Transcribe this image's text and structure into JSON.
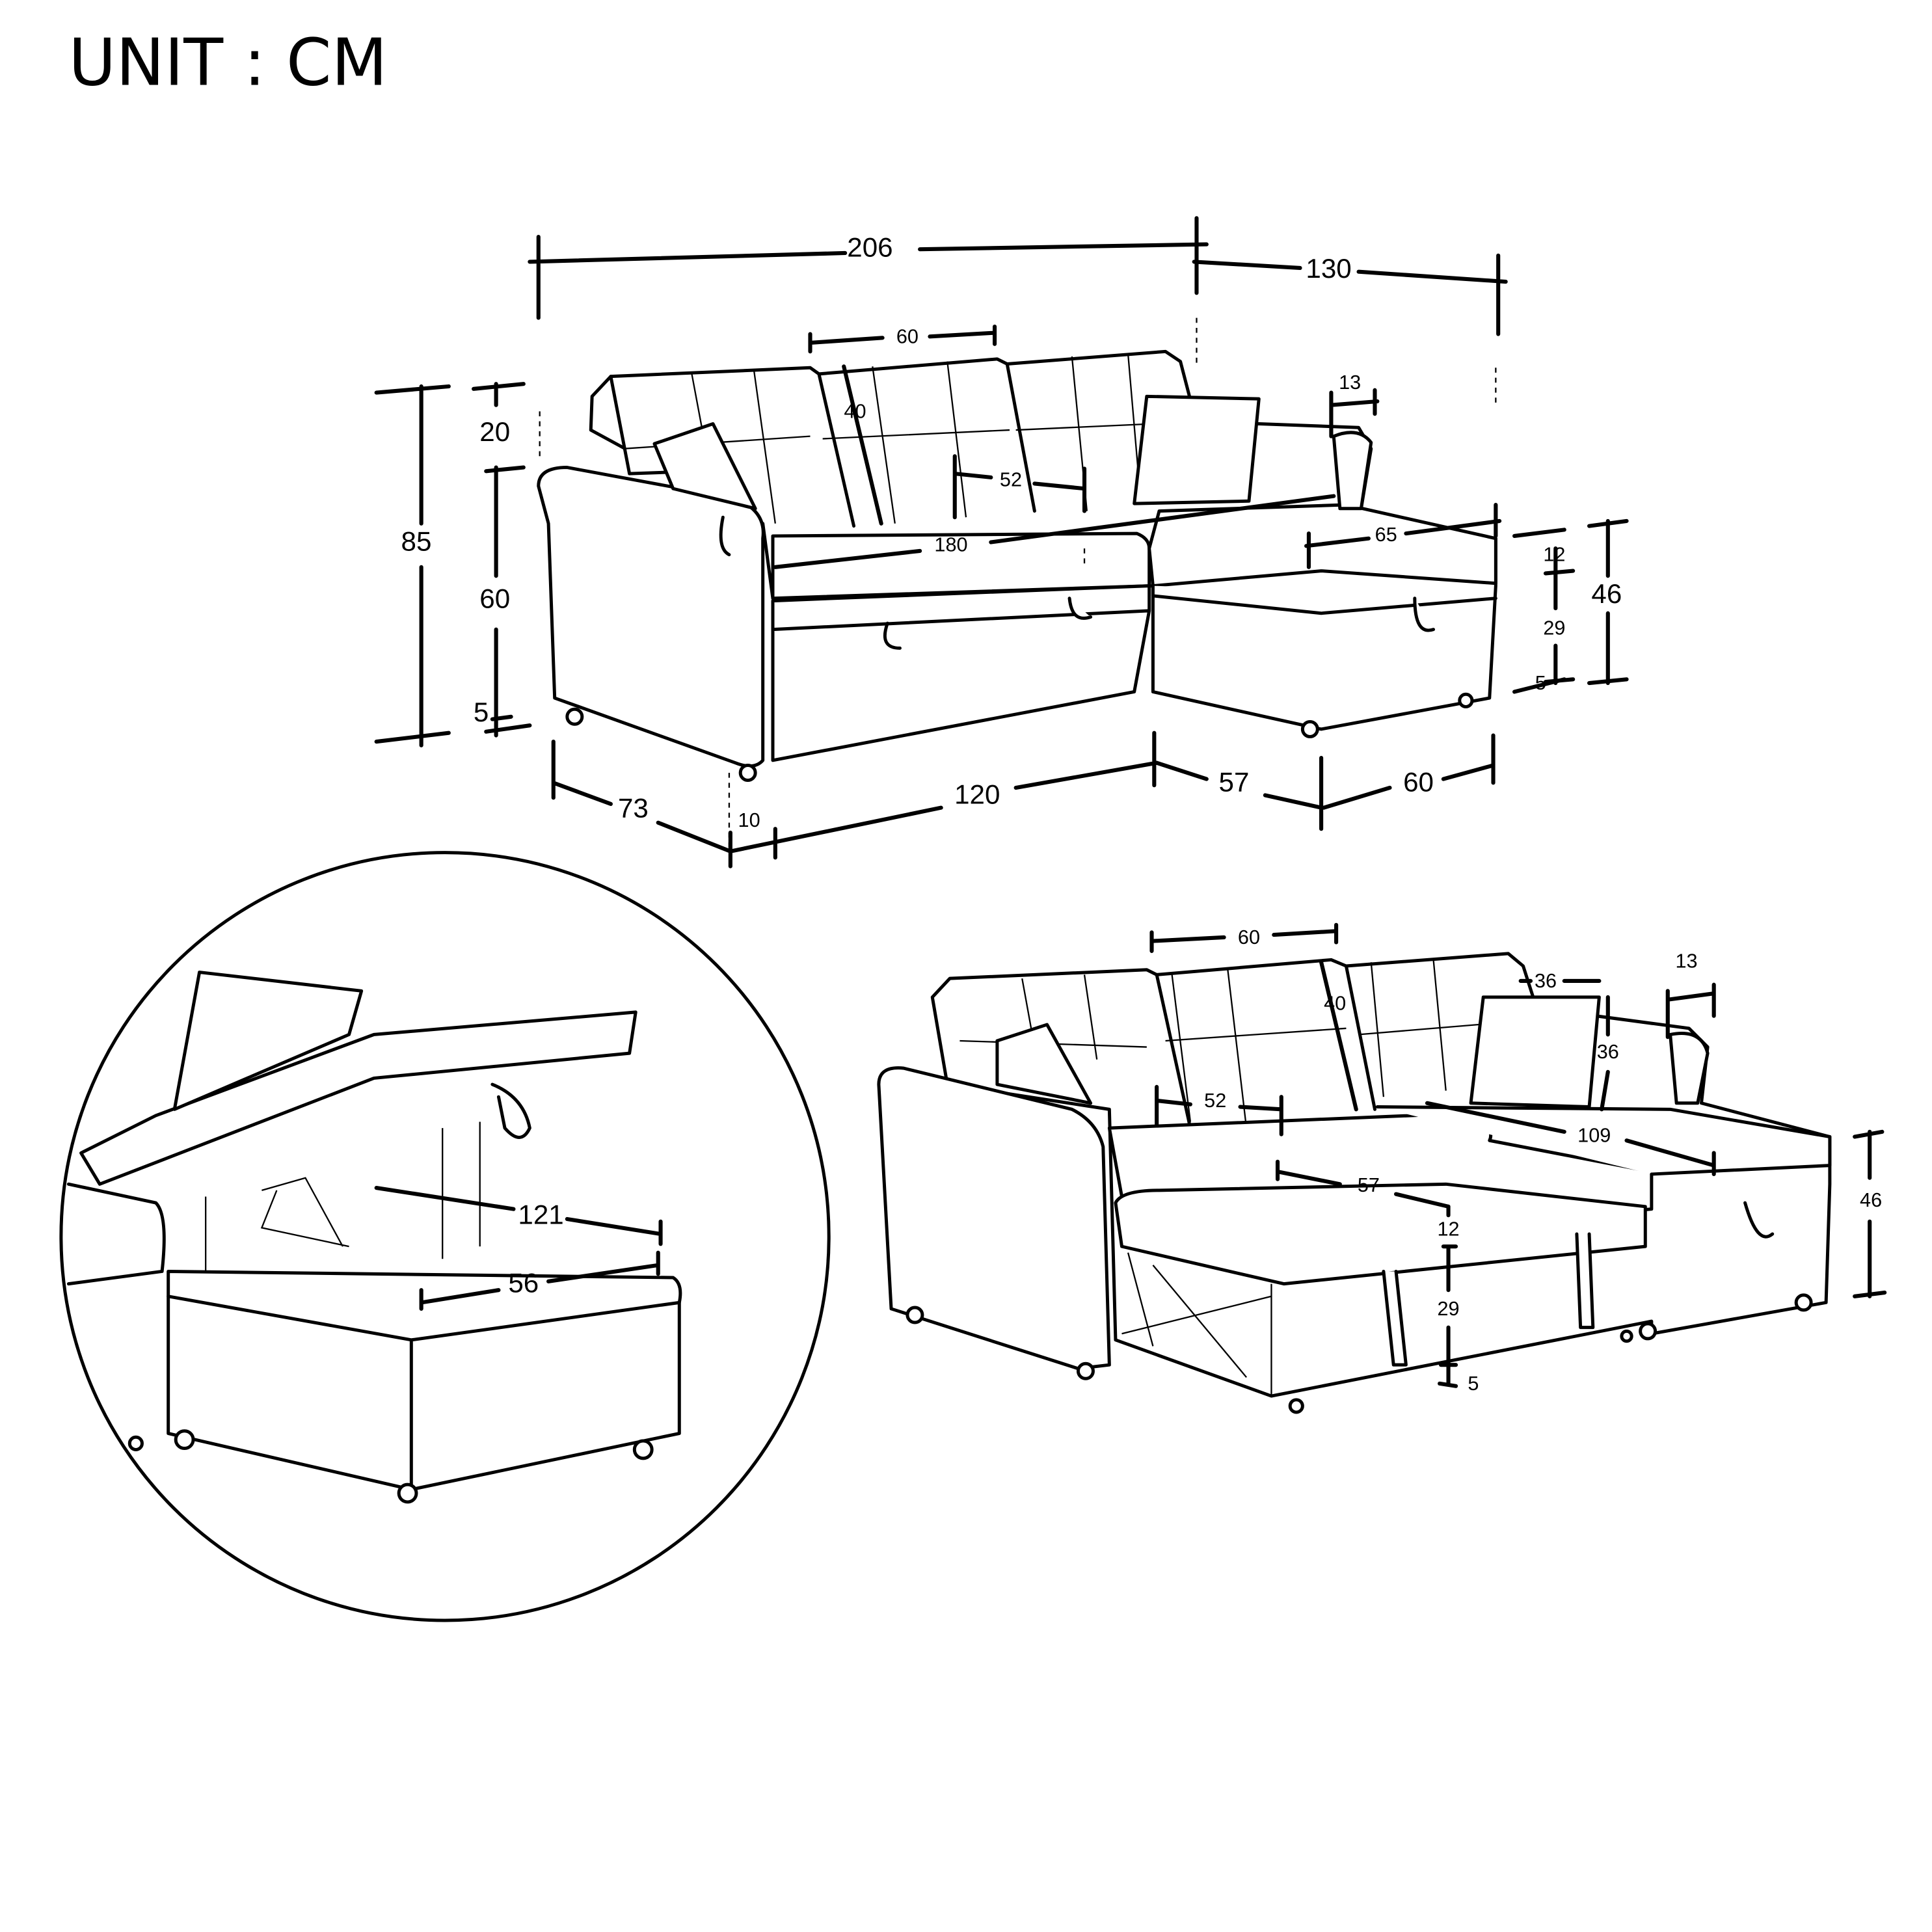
{
  "title": "UNIT : CM",
  "top_view": {
    "overall_width": "206",
    "chaise_width": "130",
    "cushion_width": "60",
    "back_height": "40",
    "arm_width": "13",
    "seat_depth": "52",
    "seat_width": "180",
    "chaise_seat_width": "65",
    "total_height": "85",
    "back_top": "20",
    "seat_height": "60",
    "leg_left": "5",
    "chaise_cushion": "12",
    "chaise_base": "29",
    "chaise_leg": "5",
    "chaise_height": "46",
    "depth": "73",
    "offset": "10",
    "front_width": "120",
    "chaise_front": "57",
    "chaise_depth": "60"
  },
  "bed_view": {
    "cushion_width": "60",
    "back_height": "40",
    "pillow_width": "36",
    "arm_width": "13",
    "pillow_height": "36",
    "seat_depth": "52",
    "bed_length": "109",
    "pullout_depth": "57",
    "cushion": "12",
    "base": "29",
    "leg": "5",
    "height": "46"
  },
  "storage_detail": {
    "storage_length": "121",
    "storage_width": "56"
  }
}
